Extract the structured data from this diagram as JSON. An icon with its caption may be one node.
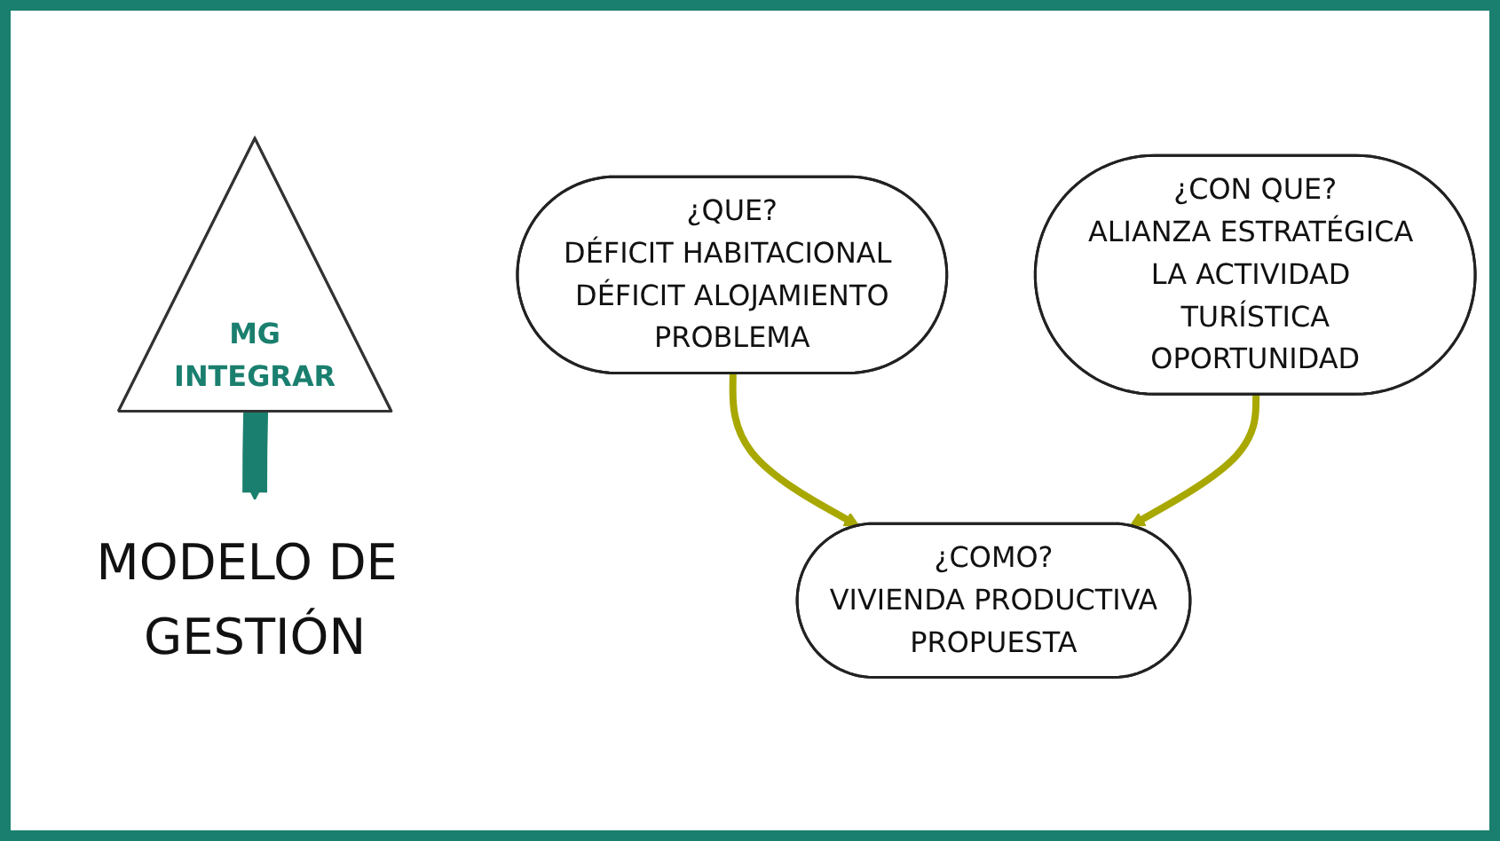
{
  "diagram": {
    "nodes": [
      {
        "text": [
          "¿COMO?",
          "VIVIENDA PRODUCTIVA",
          "PROPUESTA"
        ]
      },
      {
        "text": [
          "MG",
          "INTEGRAR"
        ]
      },
      {
        "text": [
          "¿QUE?",
          "DÉFICIT HABITACIONAL DÉFICIT ALOJAMIENTO",
          "PROBLEMA"
        ]
      },
      {
        "text": [
          "¿CON QUE?",
          "ALIANZA ESTRATÉGICA LA ACTIVIDAD TURÍSTICA",
          "OPORTUNIDAD"
        ]
      },
      {
        "text": [
          "MODELO DE GESTIÓN"
        ]
      }
    ],
    "edges": [
      {
        "from": 2,
        "to": 0,
        "arrow": "to"
      },
      {
        "from": 3,
        "to": 0,
        "arrow": "to"
      },
      {
        "from": 1,
        "to": 4,
        "arrow": "to",
        "style": "thick",
        "color": "#1a7f6e"
      }
    ]
  }
}
